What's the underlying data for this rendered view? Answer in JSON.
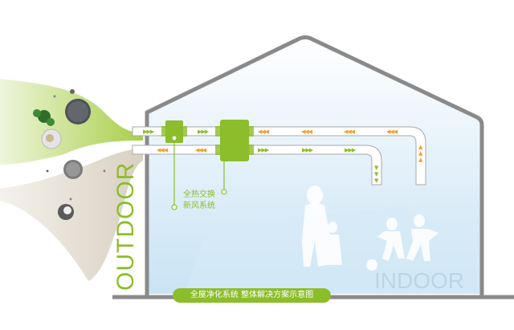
{
  "diagram": {
    "title_banner": "全屋净化系统  整体解决方案示意图",
    "outdoor_label": "OUTDOOR",
    "indoor_label": "INDOOR",
    "unit_label_line1": "全热交换",
    "unit_label_line2": "新风系统",
    "colors": {
      "accent_green": "#8cbd2a",
      "arrow_orange": "#f0a030",
      "house_outline": "#8a8a8a",
      "indoor_blue": "#d6ebf7"
    },
    "arrows": {
      "supply": "▶▶▶",
      "exhaust": "◀◀◀",
      "up": "▲",
      "down": "▼"
    }
  }
}
